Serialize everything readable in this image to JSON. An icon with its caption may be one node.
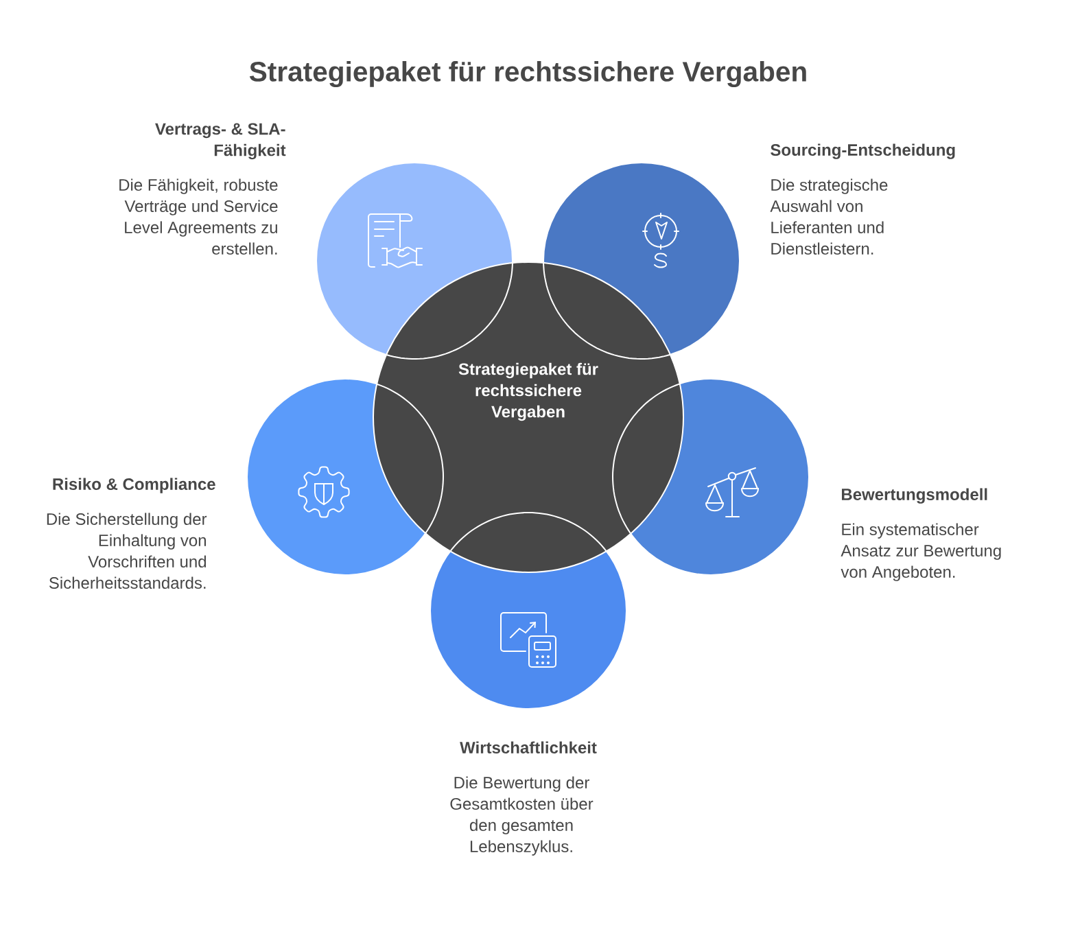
{
  "diagram": {
    "title": "Strategiepaket für rechtssichere Vergaben",
    "nodes": [
      {
        "text": [
          "Strategiepaket für rechtssichere Vergaben"
        ]
      },
      {
        "text": [
          "Vertrags- & SLA- Fähigkeit",
          "Die Fähigkeit, robuste Verträge und Service Level Agreements zu erstellen."
        ]
      },
      {
        "text": [
          "Sourcing-Entscheidung",
          "Die strategische Auswahl von Lieferanten und Dienstleistern."
        ]
      },
      {
        "text": [
          "Risiko & Compliance",
          "Die Sicherstellung der Einhaltung von Vorschriften und Sicherheitsstandards."
        ]
      },
      {
        "text": [
          "Bewertungsmodell",
          "Ein systematischer Ansatz zur Bewertung von Angeboten."
        ]
      },
      {
        "text": [
          "Wirtschaftlichkeit",
          "Die Bewertung der Gesamtkosten über den gesamten Lebenszyklus."
        ]
      }
    ]
  }
}
